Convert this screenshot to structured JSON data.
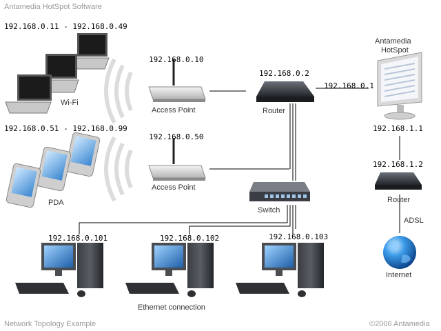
{
  "header": {
    "title": "Antamedia HotSpot Software"
  },
  "footer": {
    "caption": "Network Topology Example",
    "copyright": "©2006 Antamedia"
  },
  "wifi_group": {
    "range": "192.168.0.11 - 192.168.0.49",
    "label": "Wi-Fi"
  },
  "pda_group": {
    "range": "192.168.0.51 - 192.168.0.99",
    "label": "PDA"
  },
  "access_point_1": {
    "ip": "192.168.0.10",
    "label": "Access Point"
  },
  "access_point_2": {
    "ip": "192.168.0.50",
    "label": "Access Point"
  },
  "router_lan": {
    "ip": "192.168.0.2",
    "label": "Router"
  },
  "hotspot": {
    "name_line1": "Antamedia",
    "name_line2": "HotSpot",
    "ip_lan": "192.168.0.1",
    "ip_wan": "192.168.1.1"
  },
  "router_wan": {
    "ip": "192.168.1.2",
    "label": "Router"
  },
  "switch": {
    "label": "Switch"
  },
  "internet": {
    "link_label": "ADSL",
    "label": "Internet"
  },
  "workstations": {
    "ips": [
      "192.168.0.101",
      "192.168.0.102",
      "192.168.0.103"
    ],
    "label": "Ethernet connection"
  },
  "colors": {
    "footer_text": "#9a9a9a",
    "link_line": "#000000",
    "globe": "#2b7fd6"
  }
}
